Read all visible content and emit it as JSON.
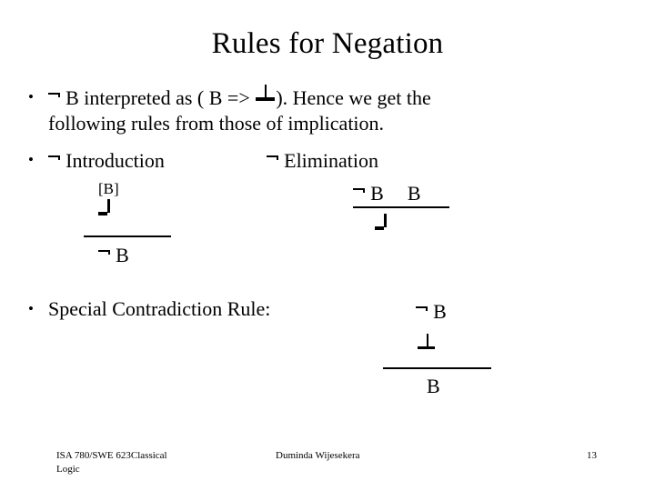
{
  "slide": {
    "title": "Rules for Negation",
    "page_number": "13",
    "background_color": "#ffffff",
    "text_color": "#000000"
  },
  "bullets": {
    "intro": {
      "marker": "•",
      "neg_symbol": "¬",
      "part_1": " B interpreted as ( B => ",
      "falsum_symbol": "⊥",
      "part_2": "). Hence we get the",
      "line_2": "following rules from those of implication."
    },
    "rules_heading": {
      "marker": "•",
      "neg_symbol": "¬",
      "introduction_label": " Introduction",
      "elimination_label": " Elimination"
    },
    "special": {
      "marker": "•",
      "label": "Special Contradiction Rule:"
    }
  },
  "derivations": {
    "negation_introduction": {
      "assumption": "[B]",
      "middle_symbol": "⊥",
      "conclusion_neg": "¬",
      "conclusion_text": " B"
    },
    "negation_elimination": {
      "premise_neg": "¬",
      "premise_left": " B",
      "premise_right": "B",
      "conclusion_symbol": "⊥"
    },
    "special_contradiction": {
      "premise_neg": "¬",
      "premise_text": " B",
      "middle_symbol": "⊥",
      "conclusion": "B"
    }
  },
  "footer": {
    "course_line_1": "ISA 780/SWE 623Classical",
    "course_line_2": "Logic",
    "author": "Duminda Wijesekera",
    "page": "13"
  }
}
